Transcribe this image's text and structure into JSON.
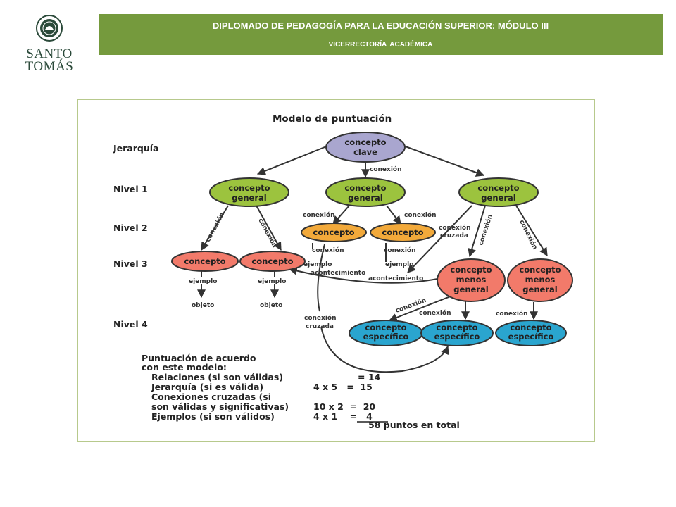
{
  "header": {
    "title": "DIPLOMADO DE PEDAGOGÍA PARA LA EDUCACIÓN SUPERIOR: MÓDULO III",
    "subtitle": "VICERRECTORÍA   ACADÉMICA"
  },
  "logo": {
    "line1": "SANTO",
    "line2": "TOMÁS",
    "seal_icon": "santo-tomas-seal-icon"
  },
  "colors": {
    "banner": "#759a3d",
    "key_concept": "#a9a6cf",
    "general": "#9cc33e",
    "concept_orange": "#f2a93a",
    "concept_red": "#f27a6a",
    "specific": "#2aa5cf"
  },
  "diagram": {
    "title": "Modelo de puntuación",
    "levels": [
      "Jerarquía",
      "Nivel 1",
      "Nivel 2",
      "Nivel 3",
      "Nivel 4"
    ],
    "key": [
      "concepto",
      "clave"
    ],
    "general": [
      "concepto",
      "general"
    ],
    "concept": "concepto",
    "less_general": [
      "concepto",
      "menos",
      "general"
    ],
    "specific": [
      "concepto",
      "específico"
    ],
    "link": "conexión",
    "cross": [
      "conexión",
      "cruzada"
    ],
    "example": "ejemplo",
    "object": "objeto",
    "event": "acontecimiento",
    "score": {
      "heading": [
        "Puntuación de acuerdo",
        "con este modelo:"
      ],
      "items": [
        "Relaciones (si son válidas)",
        "Jerarquía (si es válida)",
        "Conexiones cruzadas (si",
        "son válidas y significativas)",
        "Ejemplos (si son válidos)"
      ],
      "calc": [
        "= 14",
        "4 x 5   =  15",
        "10 x 2  =  20",
        "4 x 1    =   4"
      ],
      "total": "58 puntos en total"
    }
  }
}
